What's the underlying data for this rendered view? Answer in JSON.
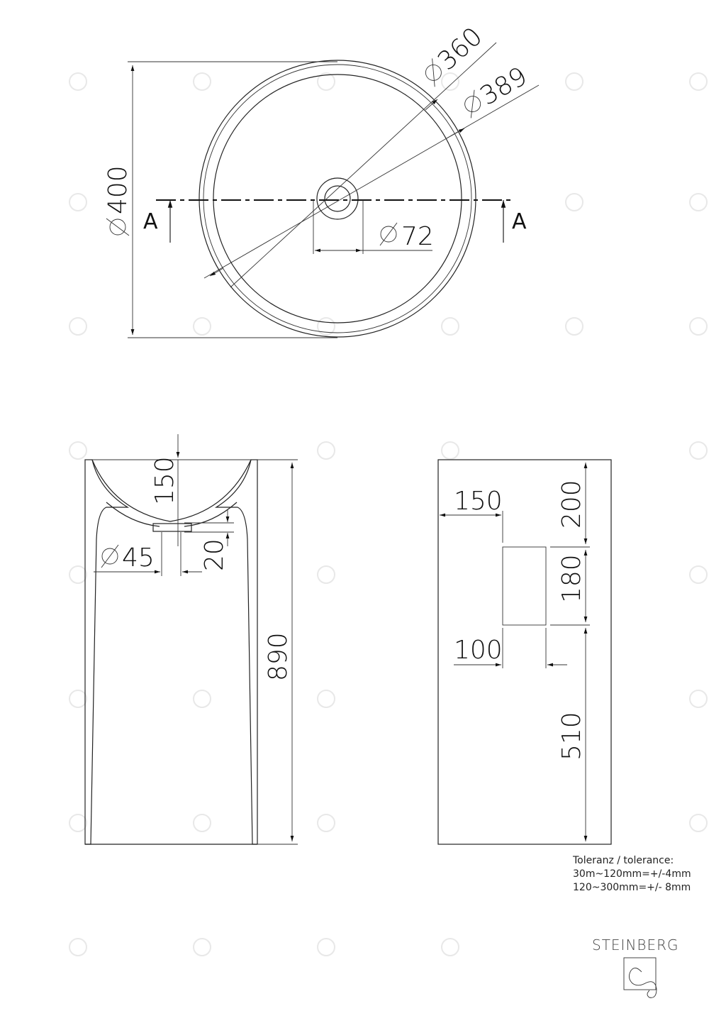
{
  "drawing": {
    "title": "Freestanding washbasin technical drawing",
    "units": "mm",
    "top_view": {
      "section_marker_left": "A",
      "section_marker_right": "A",
      "dimensions": {
        "overall_diameter": "400",
        "inner_diameter": "360",
        "rim_diameter": "389",
        "drain_diameter": "72"
      }
    },
    "section_view": {
      "dimensions": {
        "bowl_depth": "150",
        "drain_height": "20",
        "drain_diameter": "45",
        "total_height": "890"
      }
    },
    "side_view": {
      "dimensions": {
        "opening_offset_left": "150",
        "opening_width": "100",
        "top_to_opening": "200",
        "opening_height": "180",
        "opening_to_bottom": "510"
      }
    },
    "tolerance": {
      "heading": "Toleranz / tolerance:",
      "line1": "30m~120mm=+/-4mm",
      "line2": "120~300mm=+/- 8mm"
    },
    "brand": {
      "name": "STEINBERG",
      "logo_icon": "steinberg-logo-icon"
    },
    "symbols": {
      "diameter": "⌀"
    }
  }
}
